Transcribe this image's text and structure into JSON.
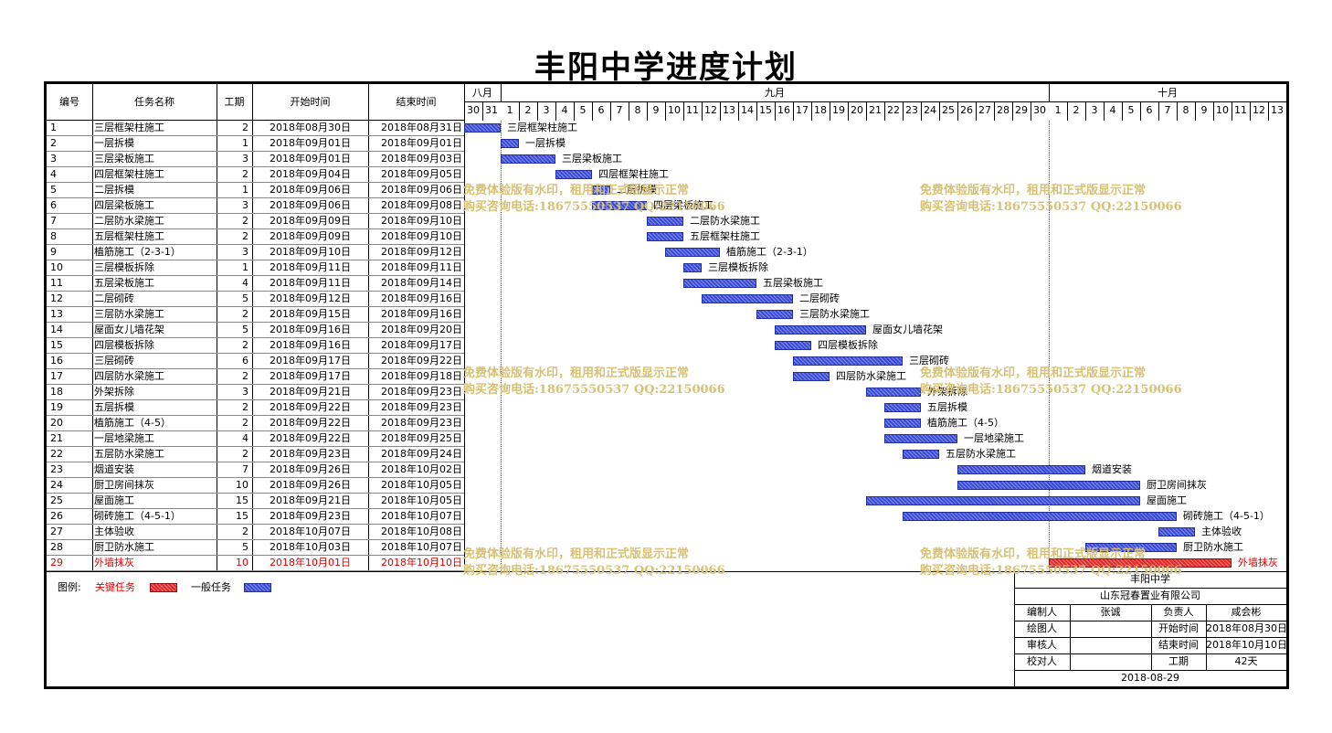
{
  "title": "丰阳中学进度计划",
  "headers": {
    "num": "编号",
    "name": "任务名称",
    "dur": "工期",
    "start": "开始时间",
    "end": "结束时间"
  },
  "months": [
    {
      "label": "八月",
      "days": [
        "30",
        "31"
      ]
    },
    {
      "label": "九月",
      "days": [
        "1",
        "2",
        "3",
        "4",
        "5",
        "6",
        "7",
        "8",
        "9",
        "10",
        "11",
        "12",
        "13",
        "14",
        "15",
        "16",
        "17",
        "18",
        "19",
        "20",
        "21",
        "22",
        "23",
        "24",
        "25",
        "26",
        "27",
        "28",
        "29",
        "30"
      ]
    },
    {
      "label": "十月",
      "days": [
        "1",
        "2",
        "3",
        "4",
        "5",
        "6",
        "7",
        "8",
        "9",
        "10",
        "11",
        "12",
        "13"
      ]
    }
  ],
  "chart_data": {
    "type": "gantt",
    "timeline_start": "2018-08-30",
    "tasks": [
      {
        "id": "1",
        "name": "三层框架柱施工",
        "duration": 2,
        "start": "2018年08月30日",
        "end": "2018年08月31日",
        "critical": false
      },
      {
        "id": "2",
        "name": "一层拆模",
        "duration": 1,
        "start": "2018年09月01日",
        "end": "2018年09月01日",
        "critical": false
      },
      {
        "id": "3",
        "name": "三层梁板施工",
        "duration": 3,
        "start": "2018年09月01日",
        "end": "2018年09月03日",
        "critical": false
      },
      {
        "id": "4",
        "name": "四层框架柱施工",
        "duration": 2,
        "start": "2018年09月04日",
        "end": "2018年09月05日",
        "critical": false
      },
      {
        "id": "5",
        "name": "二层拆模",
        "duration": 1,
        "start": "2018年09月06日",
        "end": "2018年09月06日",
        "critical": false
      },
      {
        "id": "6",
        "name": "四层梁板施工",
        "duration": 3,
        "start": "2018年09月06日",
        "end": "2018年09月08日",
        "critical": false
      },
      {
        "id": "7",
        "name": "二层防水梁施工",
        "duration": 2,
        "start": "2018年09月09日",
        "end": "2018年09月10日",
        "critical": false
      },
      {
        "id": "8",
        "name": "五层框架柱施工",
        "duration": 2,
        "start": "2018年09月09日",
        "end": "2018年09月10日",
        "critical": false
      },
      {
        "id": "9",
        "name": "植筋施工（2-3-1）",
        "duration": 3,
        "start": "2018年09月10日",
        "end": "2018年09月12日",
        "critical": false
      },
      {
        "id": "10",
        "name": "三层模板拆除",
        "duration": 1,
        "start": "2018年09月11日",
        "end": "2018年09月11日",
        "critical": false
      },
      {
        "id": "11",
        "name": "五层梁板施工",
        "duration": 4,
        "start": "2018年09月11日",
        "end": "2018年09月14日",
        "critical": false
      },
      {
        "id": "12",
        "name": "二层砌砖",
        "duration": 5,
        "start": "2018年09月12日",
        "end": "2018年09月16日",
        "critical": false
      },
      {
        "id": "13",
        "name": "三层防水梁施工",
        "duration": 2,
        "start": "2018年09月15日",
        "end": "2018年09月16日",
        "critical": false
      },
      {
        "id": "14",
        "name": "屋面女儿墙花架",
        "duration": 5,
        "start": "2018年09月16日",
        "end": "2018年09月20日",
        "critical": false
      },
      {
        "id": "15",
        "name": "四层模板拆除",
        "duration": 2,
        "start": "2018年09月16日",
        "end": "2018年09月17日",
        "critical": false
      },
      {
        "id": "16",
        "name": "三层砌砖",
        "duration": 6,
        "start": "2018年09月17日",
        "end": "2018年09月22日",
        "critical": false
      },
      {
        "id": "17",
        "name": "四层防水梁施工",
        "duration": 2,
        "start": "2018年09月17日",
        "end": "2018年09月18日",
        "critical": false
      },
      {
        "id": "18",
        "name": "外架拆除",
        "duration": 3,
        "start": "2018年09月21日",
        "end": "2018年09月23日",
        "critical": false
      },
      {
        "id": "19",
        "name": "五层拆模",
        "duration": 2,
        "start": "2018年09月22日",
        "end": "2018年09月23日",
        "critical": false
      },
      {
        "id": "20",
        "name": "植筋施工（4-5）",
        "duration": 2,
        "start": "2018年09月22日",
        "end": "2018年09月23日",
        "critical": false
      },
      {
        "id": "21",
        "name": "一层地梁施工",
        "duration": 4,
        "start": "2018年09月22日",
        "end": "2018年09月25日",
        "critical": false
      },
      {
        "id": "22",
        "name": "五层防水梁施工",
        "duration": 2,
        "start": "2018年09月23日",
        "end": "2018年09月24日",
        "critical": false
      },
      {
        "id": "23",
        "name": "烟道安装",
        "duration": 7,
        "start": "2018年09月26日",
        "end": "2018年10月02日",
        "critical": false
      },
      {
        "id": "24",
        "name": "厨卫房间抹灰",
        "duration": 10,
        "start": "2018年09月26日",
        "end": "2018年10月05日",
        "critical": false
      },
      {
        "id": "25",
        "name": "屋面施工",
        "duration": 15,
        "start": "2018年09月21日",
        "end": "2018年10月05日",
        "critical": false
      },
      {
        "id": "26",
        "name": "砌砖施工（4-5-1）",
        "duration": 15,
        "start": "2018年09月23日",
        "end": "2018年10月07日",
        "critical": false
      },
      {
        "id": "27",
        "name": "主体验收",
        "duration": 2,
        "start": "2018年10月07日",
        "end": "2018年10月08日",
        "critical": false
      },
      {
        "id": "28",
        "name": "厨卫防水施工",
        "duration": 5,
        "start": "2018年10月03日",
        "end": "2018年10月07日",
        "critical": false
      },
      {
        "id": "29",
        "name": "外墙抹灰",
        "duration": 10,
        "start": "2018年10月01日",
        "end": "2018年10月10日",
        "critical": true
      }
    ],
    "critical_color": "#e02a2a",
    "normal_color": "#3a4bd6"
  },
  "legend": {
    "label": "图例:",
    "critical": "关键任务",
    "normal": "一般任务"
  },
  "watermark": {
    "line1": "免费体验版有水印，租用和正式版显示正常",
    "line2": "购买咨询电话:18675550537 QQ:22150066"
  },
  "titleblock": {
    "project": "丰阳中学",
    "company": "山东冠春置业有限公司",
    "rows": [
      [
        "编制人",
        "张诚",
        "负责人",
        "咸会彬"
      ],
      [
        "绘图人",
        "",
        "开始时间",
        "2018年08月30日"
      ],
      [
        "审核人",
        "",
        "结束时间",
        "2018年10月10日"
      ],
      [
        "校对人",
        "",
        "工期",
        "42天"
      ]
    ],
    "date": "2018-08-29"
  }
}
